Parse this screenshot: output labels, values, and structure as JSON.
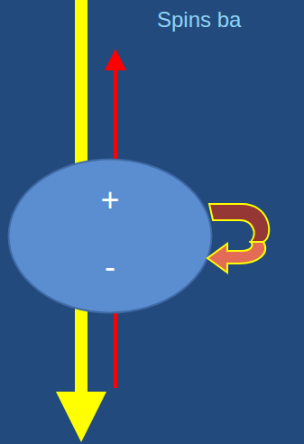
{
  "diagram": {
    "nodes": [
      {
        "text": [
          "+",
          "-"
        ]
      }
    ],
    "labels": [
      "Spins ba"
    ]
  }
}
